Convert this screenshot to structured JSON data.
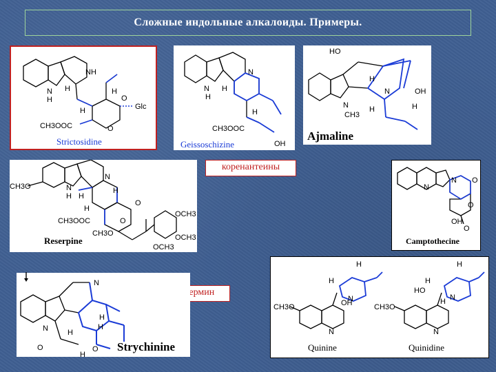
{
  "slide": {
    "title": "Сложные индольные алкалоиды. Примеры.",
    "accent_color": "#1a3bd6",
    "frame_color": "#c02020",
    "background_color": "#3f5f92"
  },
  "panels": {
    "strictosidine": {
      "name": "Strictosidine",
      "atoms": [
        "NH",
        "N",
        "H",
        "H",
        "H",
        "O",
        "Glc",
        "H",
        "O",
        "CH3OOC"
      ]
    },
    "geissoschizine": {
      "name": "Geissoschizine",
      "atoms": [
        "N",
        "N",
        "H",
        "H",
        "H",
        "CH3OOC",
        "OH"
      ]
    },
    "ajmaline": {
      "name": "Ajmaline",
      "atoms": [
        "HO",
        "H",
        "N",
        "N",
        "CH3",
        "H",
        "OH",
        "H"
      ]
    },
    "corynantheine_tag": "коренантеины",
    "reserpine": {
      "name": "Reserpine",
      "atoms": [
        "CH3O",
        "N",
        "N",
        "H",
        "H",
        "H",
        "H",
        "CH3OOC",
        "O",
        "O",
        "CH3O",
        "OCH3",
        "OCH3",
        "OCH3"
      ]
    },
    "camptothecine": {
      "name": "Camptothecine",
      "atoms": [
        "N",
        "N",
        "O",
        "O",
        "OH",
        "O"
      ]
    },
    "aspidosperma_tag": "аспидоспермин",
    "strychnine": {
      "name": "Strychinine",
      "atoms": [
        "N",
        "N",
        "H",
        "H",
        "H",
        "O",
        "O",
        "H"
      ]
    },
    "quinine": {
      "name": "Quinine",
      "atoms": [
        "H",
        "H",
        "N",
        "OH",
        "CH3O",
        "N"
      ]
    },
    "quinidine": {
      "name": "Quinidine",
      "atoms": [
        "H",
        "H",
        "HO",
        "N",
        "H",
        "CH3O",
        "N"
      ]
    }
  }
}
